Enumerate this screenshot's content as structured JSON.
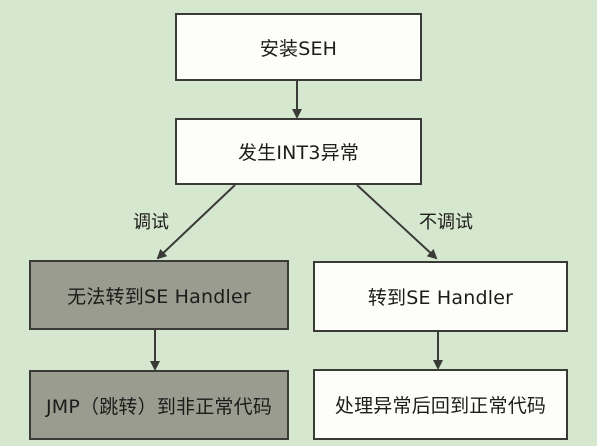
{
  "diagram": {
    "nodes": {
      "install_seh": "安装SEH",
      "int3_exception": "发生INT3异常",
      "cannot_goto_handler": "无法转到SE Handler",
      "goto_handler": "转到SE Handler",
      "jmp_to_code": "JMP（跳转）到非正常代码",
      "handle_and_return": "处理异常后回到正常代码"
    },
    "edge_labels": {
      "debug": "调试",
      "no_debug": "不调试"
    },
    "colors": {
      "background": "#d6e7cf",
      "box_fill": "#fdfdf9",
      "box_fill_highlight": "#9a9c8f",
      "stroke": "#3a3a36"
    }
  }
}
